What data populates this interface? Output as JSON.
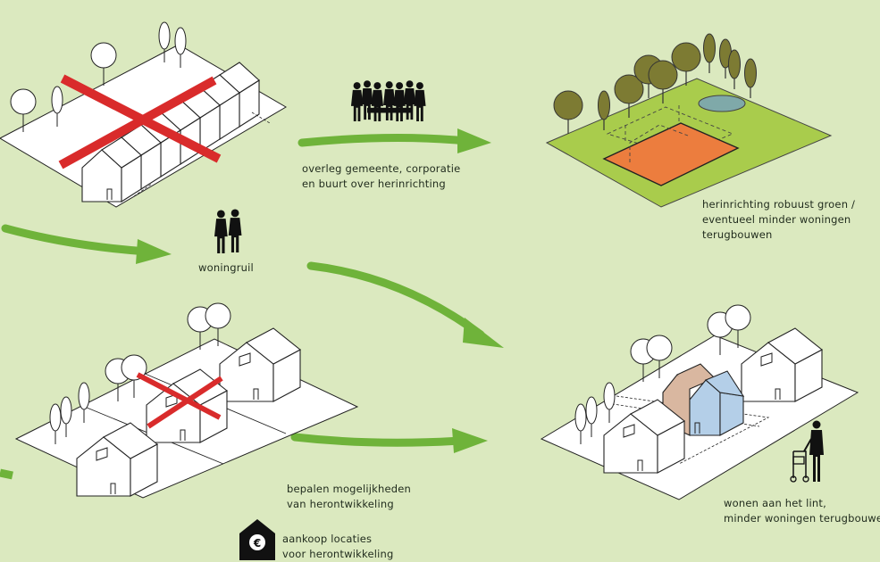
{
  "labels": {
    "overleg": [
      "overleg gemeente, corporatie",
      "en buurt over herinrichting"
    ],
    "herinrichting": [
      "herinrichting robuust groen /",
      "eventueel minder woningen",
      "terugbouwen"
    ],
    "woningruil": [
      "woningruil"
    ],
    "bepalen": [
      "bepalen mogelijkheden",
      "van herontwikkeling"
    ],
    "aankoop": [
      "aankoop locaties",
      "voor herontwikkeling"
    ],
    "wonen": [
      "wonen aan het lint,",
      "minder woningen terugbouwen"
    ]
  },
  "icons": {
    "money_bag_symbol": "€"
  },
  "colors": {
    "background": "#dbe9bf",
    "arrow_green": "#6fb33a",
    "cross_red": "#d92b2b",
    "grass": "#a9cc4c",
    "footprint": "#ec7d3e",
    "tree": "#7d7b33",
    "pond": "#7fa9a9",
    "house_pink": "#d9b7a0",
    "house_blue": "#b4cfe8"
  }
}
